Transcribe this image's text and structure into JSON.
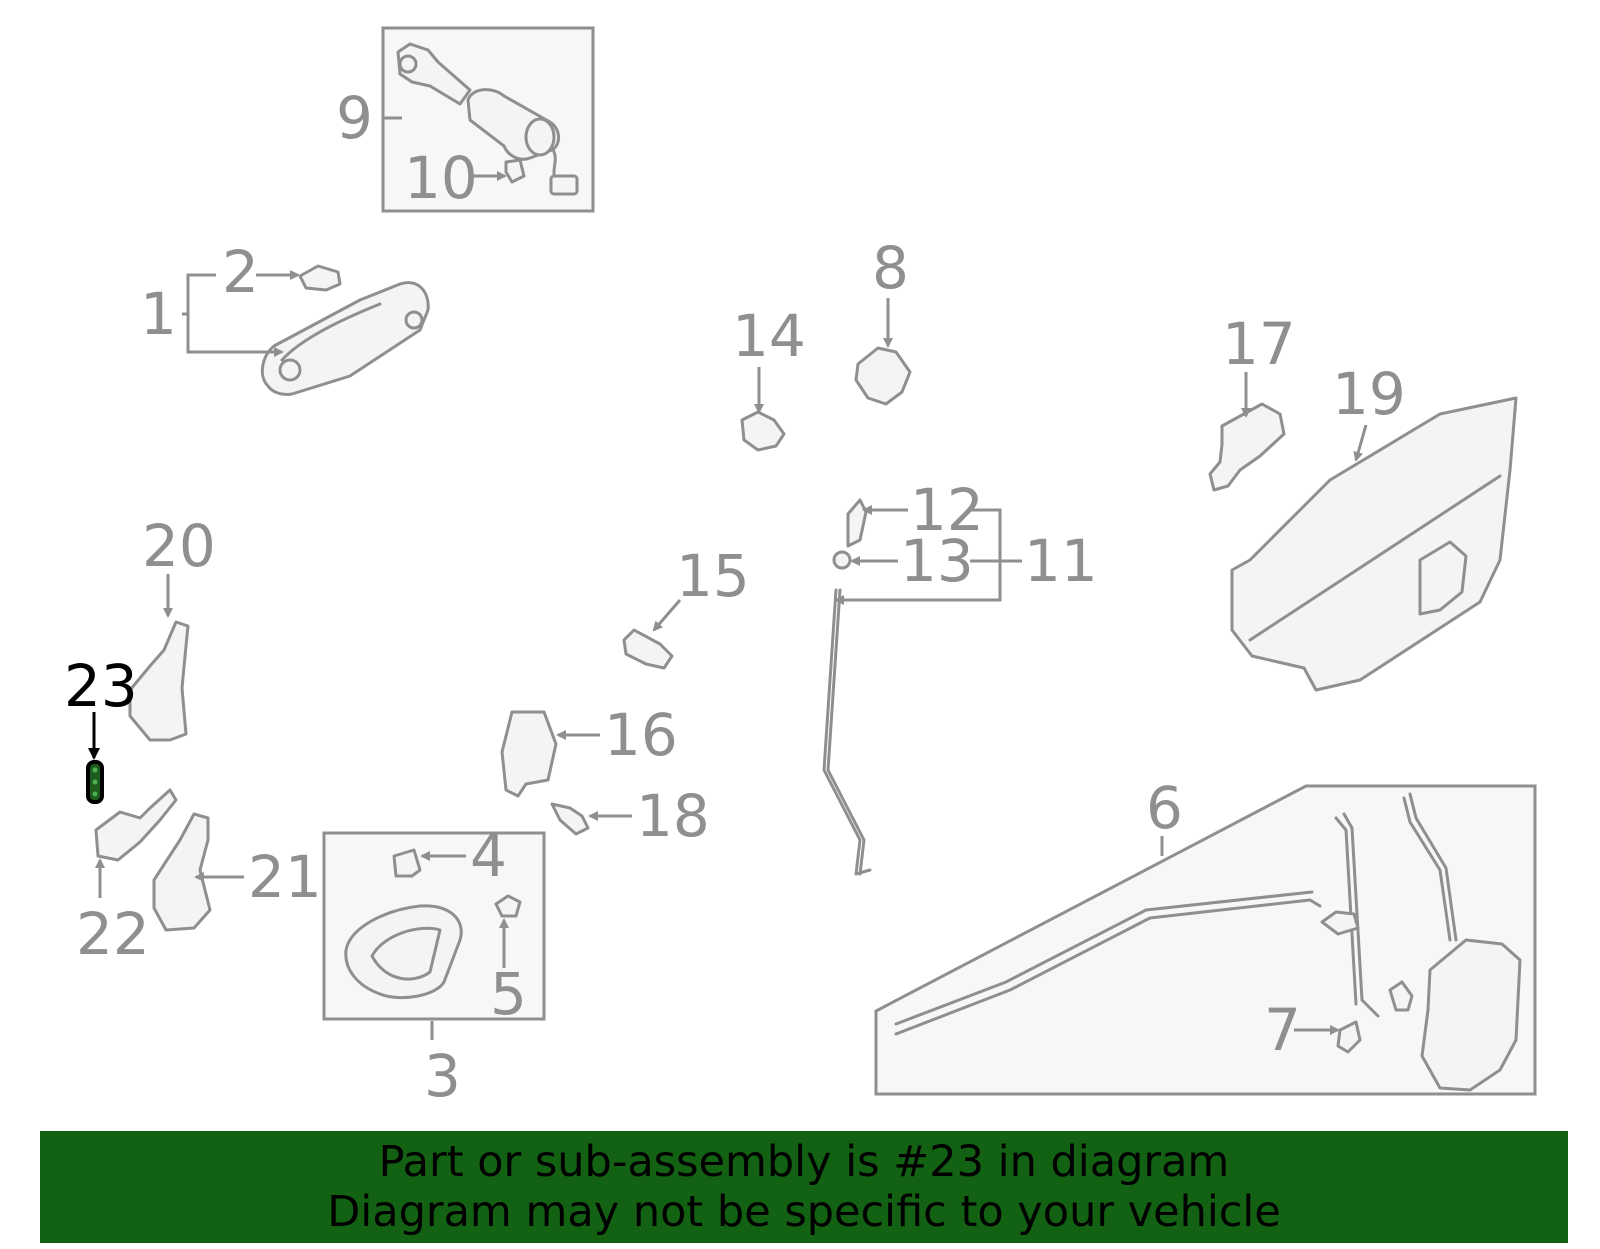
{
  "diagram": {
    "highlight_color": "#136113",
    "line_color": "#8f8f8f",
    "callouts": {
      "c1": "1",
      "c2": "2",
      "c3": "3",
      "c4": "4",
      "c5": "5",
      "c6": "6",
      "c7": "7",
      "c8": "8",
      "c9": "9",
      "c10": "10",
      "c11": "11",
      "c12": "12",
      "c13": "13",
      "c14": "14",
      "c15": "15",
      "c16": "16",
      "c17": "17",
      "c18": "18",
      "c19": "19",
      "c20": "20",
      "c21": "21",
      "c22": "22",
      "c23": "23"
    },
    "highlighted_part": "23"
  },
  "banner": {
    "line1": "Part or sub-assembly is #23 in diagram",
    "line2": "Diagram may not be specific to your vehicle",
    "background": "#136113"
  }
}
